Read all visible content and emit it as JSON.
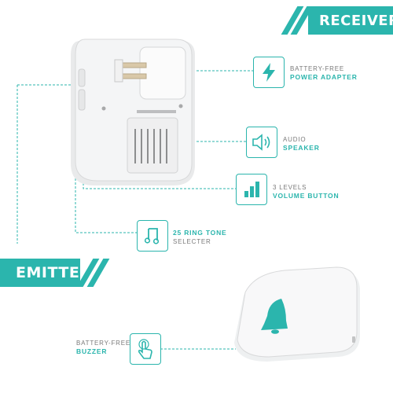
{
  "banners": {
    "receiver": "RECEIVER",
    "emitter": "EMITTER"
  },
  "features": {
    "power_adapter": {
      "line1": "BATTERY-FREE",
      "line2": "POWER ADAPTER",
      "icon": "lightning-bolt-icon"
    },
    "speaker": {
      "line1": "AUDIO",
      "line2": "SPEAKER",
      "icon": "speaker-icon"
    },
    "volume_button": {
      "line1": "3 LEVELS",
      "line2": "VOLUME BUTTON",
      "icon": "volume-bars-icon"
    },
    "ringtone_selector": {
      "line1": "25 RING TONE",
      "line2": "SELECTER",
      "icon": "music-note-icon"
    },
    "buzzer": {
      "line1": "BATTERY-FREE",
      "line2": "BUZZER",
      "icon": "finger-press-icon"
    }
  },
  "colors": {
    "accent": "#2bb5ad",
    "device": "#f4f5f6",
    "text": "#6c6c6c"
  }
}
